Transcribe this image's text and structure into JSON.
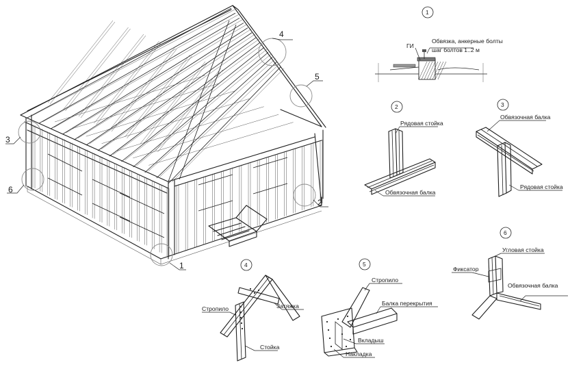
{
  "house_callouts": [
    "1",
    "2",
    "3",
    "4",
    "5",
    "6"
  ],
  "detail_1": {
    "number": "1",
    "label_gi": "ГИ",
    "label_line1": "Обвязка, анкерные болты",
    "label_line2": "шаг болтов 1..2 м"
  },
  "detail_2": {
    "number": "2",
    "label_top": "Рядовая стойка",
    "label_bottom": "Обвязочная балка"
  },
  "detail_3": {
    "number": "3",
    "label_top": "Обвязочная балка",
    "label_bottom": "Рядовая стойка"
  },
  "detail_4": {
    "number": "4",
    "label_rafter": "Стропило",
    "label_tie": "Затяжка",
    "label_post": "Стойка"
  },
  "detail_5": {
    "number": "5",
    "label_rafter": "Стропило",
    "label_beam": "Балка перекрытия",
    "label_insert": "Вкладыш",
    "label_plate": "Накладка"
  },
  "detail_6": {
    "number": "6",
    "label_fixator": "Фиксатор",
    "label_corner": "Угловая стойка",
    "label_beam": "Обвязочная балка"
  }
}
